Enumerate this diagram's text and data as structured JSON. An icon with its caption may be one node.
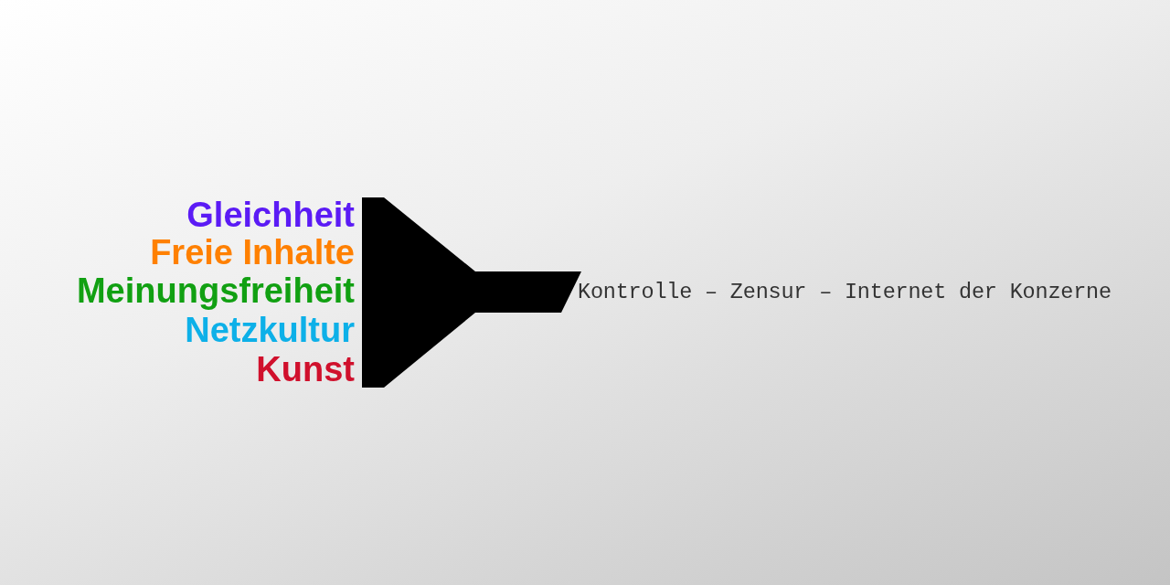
{
  "diagram": {
    "labels": [
      "Gleichheit",
      "Freie Inhalte",
      "Meinungsfreiheit",
      "Netzkultur",
      "Kunst",
      "Kontrolle – Zensur – Internet der Konzerne"
    ]
  }
}
